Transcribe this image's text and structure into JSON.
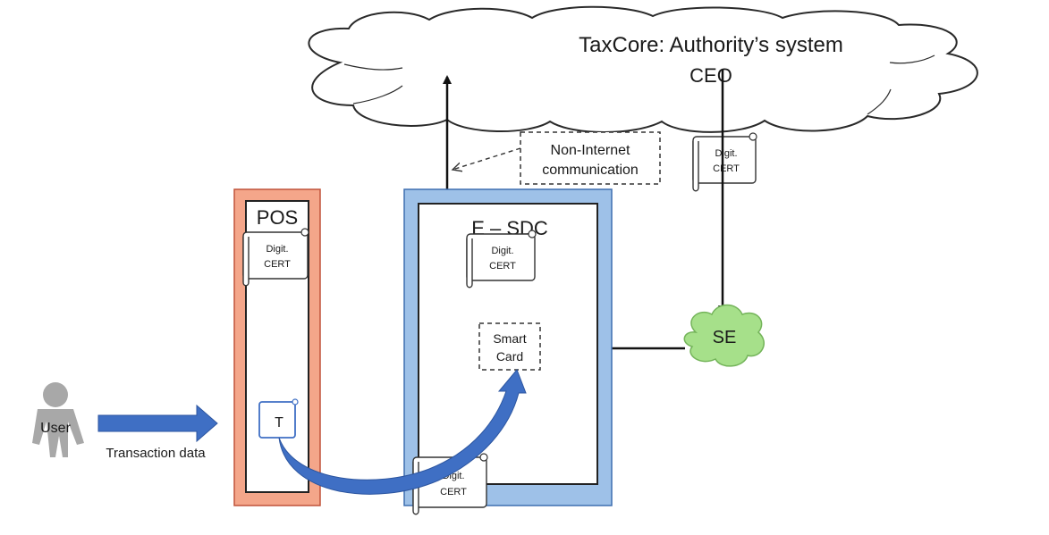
{
  "cloud": {
    "title": "TaxCore: Authority’s system",
    "subtitle": "CEO"
  },
  "non_internet_box": {
    "line1": "Non-Internet",
    "line2": "communication"
  },
  "pos": {
    "label": "POS",
    "cert_line1": "Digit.",
    "cert_line2": "CERT",
    "token_label": "T"
  },
  "esdc": {
    "label": "E – SDC",
    "cert_line1": "Digit.",
    "cert_line2": "CERT",
    "smart_card_line1": "Smart",
    "smart_card_line2": "Card",
    "bottom_cert_line1": "Digit.",
    "bottom_cert_line2": "CERT"
  },
  "ceo_cert": {
    "line1": "Digit.",
    "line2": "CERT"
  },
  "se": {
    "label": "SE"
  },
  "user": {
    "label": "User",
    "arrow_label": "Transaction data"
  },
  "colors": {
    "pos_frame": "#f4a68a",
    "pos_border": "#c0533a",
    "esdc_frame": "#9ec1e8",
    "esdc_border": "#3f6fb0",
    "se_fill": "#a6e08a",
    "blue_arrow": "#3f6fc4",
    "user_gray": "#a8a8a8"
  }
}
